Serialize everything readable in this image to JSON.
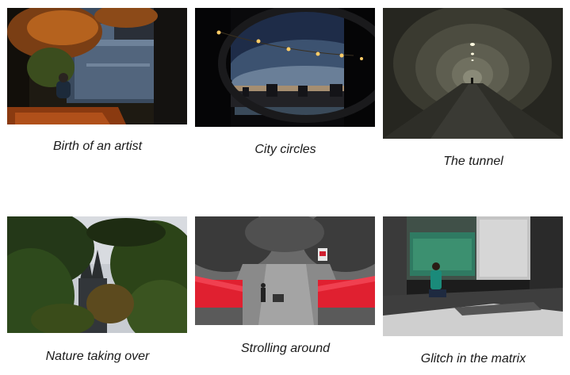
{
  "gallery": {
    "items": [
      {
        "caption": "Birth of an artist",
        "image_subject": "person sitting by river under autumn tree"
      },
      {
        "caption": "City circles",
        "image_subject": "city skyline at dusk through circular frame with string lights"
      },
      {
        "caption": "The tunnel",
        "image_subject": "long tiled pedestrian tunnel with lights"
      },
      {
        "caption": "Nature taking over",
        "image_subject": "church spires surrounded by trees"
      },
      {
        "caption": "Strolling around",
        "image_subject": "person with stroller on stairs between red railings"
      },
      {
        "caption": "Glitch in the matrix",
        "image_subject": "person crouching before billboard in sunlit passage"
      }
    ]
  }
}
